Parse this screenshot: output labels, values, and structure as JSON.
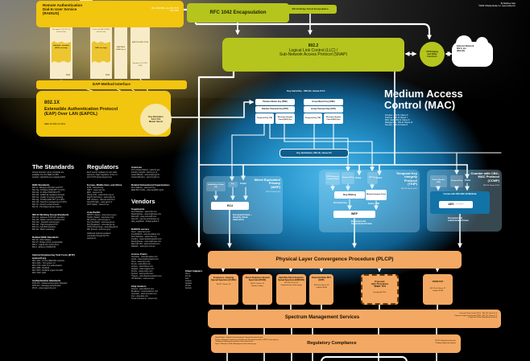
{
  "palette": {
    "yellow": "#f2c50e",
    "yellow_light": "#f8ecc8",
    "green": "#b5c51d",
    "blue_glow": "#2e9fd6",
    "orange": "#f3a963",
    "line_white": "#ffffff"
  },
  "credits": {
    "line1": "By Matthew Gast",
    "line2": "©2005 O'Reilly Media, Inc. www.oreilly.com"
  },
  "radius": {
    "title": "Remote Authentication\nDial-In User Service\n(RADIUS)",
    "refs": "RFC 2865/2866, plus RFC 3579\nRFC 3580"
  },
  "eap_methods": [
    {
      "top": "Encrypted TLS (TTLS) tunnel (Out)",
      "body": "Attribute- encoded (AVP) message",
      "bottom": "TLS"
    },
    {
      "top": "Protected EAP (PEAP) tunnel (Out)",
      "body": "EAP message",
      "bottom": "TLS"
    },
    {
      "body": "EAP-MD5 LEAP (etc.)"
    },
    {
      "body": "EAP-TLS RFC 2716",
      "bottom": "(Based on TLS: RFC 2246)"
    }
  ],
  "eap_interface": {
    "label": "EAP-Method Interface"
  },
  "eapol": {
    "code": "802.1X",
    "title": "Extensible Authentication Protocol\n(EAP) Over LAN (EAPOL)",
    "ref": "IEEE Std 802.1X-2001",
    "key_circle": "Key Derivation\nfrom TLS\nMaster Secret"
  },
  "encapsulation": {
    "rfc1042": "RFC 1042 Encapsulation",
    "bridge": "802.1H Bridge-Tunnel Encapsulation"
  },
  "llc": {
    "code": "802.2",
    "line1": "Logical Link Control (LLC) /",
    "line2": "Sub-Network Access Protocol (SNAP)"
  },
  "ap_bridge": {
    "label": "AP Bridging\nand Relay\nFunctions"
  },
  "ethernet_cloud": {
    "label": "Ethernet Network\n802.3, etc.\n(802.1D)"
  },
  "mac": {
    "title": "Medium Access\nControl (MAC)",
    "notes": [
      "Services - 802.11 Clause 5",
      "Framing - 802.11 Clause 7",
      "MAC rules - 802.11 Clause 9",
      "Management - 802.11 Clause 11",
      "Security - 802.11 Clause 8"
    ]
  },
  "key_hierarchy": {
    "header": "Key hierarchy - 802.11i, clause 8.5.1",
    "pmk": "Pairwise Master Key (PMK)",
    "ptk": "Pairwise Transient Key (PTK)",
    "gmk": "Group Master Key (GMK)",
    "gtk": "Group Transient Key (GTK)",
    "tk": "Temporal Key (TK)",
    "mic": "Message Integrity Check (MIC) Key",
    "distribution": "Key distribution, 802.11i, clause 8.5"
  },
  "wep": {
    "title": "Wired Equivalent\nPrivacy\n(WEP)",
    "ref": "802.11 Clause 8.2",
    "iv": "Initialization Vector (IV)",
    "key": "Key",
    "frame": "Frame",
    "core": "RC4",
    "output": "Encrypted Frame +\nIntegrity Check\nValue (ICV)"
  },
  "tkip": {
    "title": "Temporal Key\nIntegrity\nProtocol\n(TKIP)",
    "ref": "802.11i Clause 8.3.2",
    "tsc": "TKIP Sequence Counter (TSC)",
    "temporal_key": "Temporal Key",
    "frame": "Frame",
    "mic_key": "MIC Key",
    "frame2": "Frame",
    "key_mixing": "Key Mixing",
    "michael": "Michael Integrity Check",
    "per_frame_key": "Per-Frame Key",
    "frame_mic": "Frame + MIC",
    "wep_box": "WEP",
    "output": "Encrypted and\nAuthenticated Frame"
  },
  "ccmp": {
    "title": "Counter with CBC-\nMAC Protocol\n(CCMP)",
    "ref": "802.11i Clause 8.3.3",
    "pn": "Packet Number (PN)",
    "temporal_key": "Temporal Key",
    "frame": "Frame",
    "ccm_label": "Counter with CBC-MAC (CCM) Mode",
    "core": "AES",
    "core_note": "encryption",
    "output": "Encrypted and\nAuthenticated Frame"
  },
  "plcp": {
    "title": "Physical Layer Convergence Procedure (PLCP)"
  },
  "phys": [
    {
      "name": "Frequency- Hopping Spread Spectrum (FHSS)",
      "ref": "802.11 Clause 14"
    },
    {
      "name": "Direct Sequence Spread Spectrum (DSSS)",
      "ref": "802.11 Clause 15\nBarker Coding"
    },
    {
      "name": "High-Rate Direct Sequence Spread Spectrum (HR/DSSS)",
      "ref": "802.11b Clause 18\nComplementary Code Keying"
    },
    {
      "name": "Extended Rate PHY (ERP)",
      "ref": "802.11g Clause 19\nCoded OFDM"
    },
    {
      "name": "Proposed:\nHigh-Throughput\n\"MIMO\" PHY",
      "ref": "Pending 802.11n"
    },
    {
      "name": "OFDM PHY",
      "ref": "802.11a/j Clause 17\nCoded OFDM"
    }
  ],
  "spectrum": {
    "title": "Spectrum Management Services",
    "notes": [
      "Transmit Power Control (TPC) - 802.11h Clause 11.8",
      "Dynamic Frequency Selection (DFS) - 802.11h Clause 11.9",
      "(Optional in Some Regulatory Domains)"
    ]
  },
  "regulatory": {
    "title": "Regulatory Compliance",
    "left_notes": [
      "United States - Federal Communications Commission www.fcc.gov",
      "Europe - European Conference of Postal and Telecommunications (CEPT) www.cept.org",
      "- European Radiocommunications Office www.ero.dk",
      "Japan - Ministry of Public Management www.soumu.go.jp"
    ],
    "right_notes": [
      "802.11d Regulatory Domains",
      "Pending Regulatory Updates"
    ]
  },
  "left_columns": {
    "standards": {
      "heading": "The Standards",
      "blocks": [
        {
          "lines": [
            "Unless otherwise noted, standards are",
            "available from the IEEE Get 802",
            "program: standards.ieee.org/getieee802"
          ]
        },
        {
          "head": "IEEE Standards",
          "lines": [
            "802.11 - Wireless LAN MAC and PHY",
            "802.11a - 54 Mbps OFDM PHY (5 GHz)",
            "802.11b - 11 Mbps HR/DSSS PHY",
            "802.11d - Additional regulatory domains",
            "802.11e - Quality of service (pending)",
            "802.11g - 54 Mbps ERP PHY (2.4 GHz)",
            "802.11h - Spectrum management (5 GHz)",
            "802.11i - Security enhancements",
            "802.1X - Port-based access control"
          ]
        },
        {
          "head": "802.11 Working Group Standards",
          "lines": [
            "802.11j - Japanese 4.9/5 GHz operation",
            "802.11k - Radio resource measurement",
            "802.11m - Standard maintenance",
            "802.11n - High-throughput PHY",
            "802.11r - Fast BSS transition",
            "802.11s - Mesh networking"
          ]
        },
        {
          "head": "Related IEEE Standards",
          "lines": [
            "802.1D - MAC bridging",
            "802.1H - Bridge-tunnel encapsulation",
            "802.2 - Logical link control (LLC)",
            "802.3 - Ethernet (CSMA/CD)"
          ]
        },
        {
          "head": "Internet Engineering Task Force (IETF) www.ietf.org",
          "lines": [
            "RFC 1042 - IP over IEEE 802 networks",
            "RFC 2246 - TLS version 1.0",
            "RFC 2716 - EAP-TLS authentication",
            "RFC 2865 - RADIUS",
            "RFC 3579 - RADIUS support for EAP",
            "RFC 3748 - EAP"
          ]
        },
        {
          "head": "Authentication Standards",
          "lines": [
            "FIPS-197 - Advanced Encryption Standard",
            "FIPS-113 - Message authentication",
            "PKCS - www.rsasecurity.com"
          ]
        }
      ]
    },
    "regulators": {
      "heading": "Regulators",
      "blocks": [
        {
          "lines": [
            "Each country regulates its own radio",
            "spectrum; major regulators of the 2.4",
            "and 5 GHz bands appear here."
          ]
        },
        {
          "head": "Europe, Middle East, and Africa",
          "lines": [
            "ETSI - www.etsi.org",
            "CEPT - www.cept.org",
            "ERO - www.ero.dk",
            "Ofcom (UK) - www.ofcom.org.uk",
            "RegTP (Germany) - www.regtp.de",
            "ART (France) - www.art-telecom.fr",
            "AGCOM (Italy) - www.agcom.it",
            "CMT (Spain) - www.cmt.es"
          ]
        },
        {
          "head": "Asia-Pacific",
          "lines": [
            "MPHPT (Japan) - www.soumu.go.jp",
            "TELEC (Japan) - www.telec.or.jp",
            "MII (China) - www.mii.gov.cn",
            "ACA (Australia) - www.aca.gov.au",
            "IDA (Singapore) - www.ida.gov.sg",
            "OFTA (Hong Kong) - www.ofta.gov.hk",
            "MIC (Korea) - www.mic.go.kr"
          ]
        },
        {
          "lines": [
            "Additional national regulators",
            "coordinate through the ITU:",
            "www.itu.int"
          ]
        }
      ]
    },
    "vendors_col": {
      "heading": "Vendors",
      "blocks_a": [
        {
          "head": "Americas",
          "lines": [
            "FCC (United States) - www.fcc.gov",
            "Industry Canada - www.ic.gc.ca",
            "Anatel (Brazil) - www.anatel.gov.br",
            "Cofetel (Mexico) - www.cft.gob.mx"
          ]
        },
        {
          "head": "Related Educational Organizations",
          "lines": [
            "Wi-Fi Alliance - www.wi-fi.org",
            "IEEE 802.11 WG - www.ieee802.org/11"
          ]
        }
      ],
      "blocks_b": [
        {
          "head": "Supplicants",
          "lines": [
            "Funk Software - www.funk.com",
            "Meetinghouse - www.mtghouse.com",
            "Microsoft - www.microsoft.com",
            "Open1X - open1x.sourceforge.net",
            "wpa_supplicant - hostap.epitest.fi"
          ]
        },
        {
          "head": "RADIUS servers",
          "lines": [
            "Cisco - www.cisco.com",
            "FreeRADIUS - www.freeradius.org",
            "Funk Software - www.funk.com",
            "Interlink - www.interlinknetworks.com",
            "Meetinghouse - www.mtghouse.com",
            "Microsoft IAS - www.microsoft.com",
            "Radiator - www.open.com.au"
          ]
        },
        {
          "head": "Access Points",
          "lines": [
            "Airespace - www.airespace.com",
            "Aruba - www.arubanetworks.com",
            "Cisco - www.cisco.com",
            "D-Link - www.dlink.com",
            "Linksys - www.linksys.com",
            "Netgear - www.netgear.com",
            "Proxim - www.proxim.com",
            "Symbol - www.symbol.com",
            "Trapeze - www.trapezenetworks.com",
            "US Robotics - www.usr.com"
          ]
        },
        {
          "head": "Chip Vendors",
          "lines": [
            "Atheros - www.atheros.com",
            "Broadcom - www.broadcom.com",
            "Conexant - www.conexant.com",
            "Intel - www.intel.com",
            "Texas Instruments - www.ti.com"
          ]
        }
      ]
    },
    "col4": {
      "blocks": [
        {
          "head": "Client Adapters",
          "lines": [
            "Cisco",
            "D-Link",
            "Intel",
            "Linksys",
            "Netgear",
            "Proxim",
            "Symbol"
          ]
        }
      ]
    }
  }
}
